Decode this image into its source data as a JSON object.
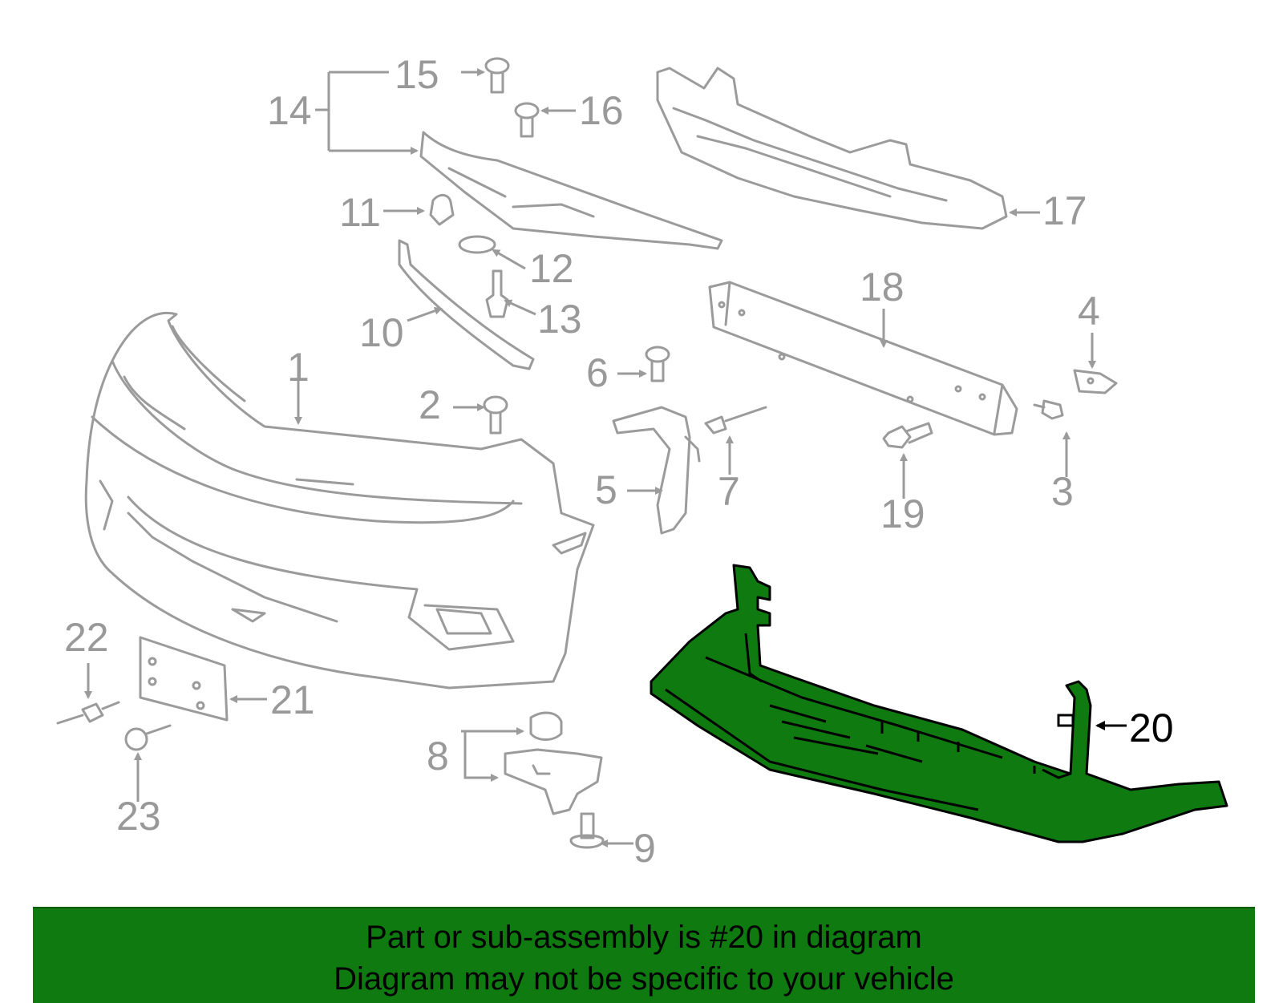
{
  "diagram": {
    "highlighted_part": "20",
    "colors": {
      "highlight": "#0f7a10",
      "parts": "#9b9b9b",
      "label_inactive": "#999999",
      "label_active": "#000000"
    },
    "labels": {
      "p1": "1",
      "p2": "2",
      "p3": "3",
      "p4": "4",
      "p5": "5",
      "p6": "6",
      "p7": "7",
      "p8": "8",
      "p9": "9",
      "p10": "10",
      "p11": "11",
      "p12": "12",
      "p13": "13",
      "p14": "14",
      "p15": "15",
      "p16": "16",
      "p17": "17",
      "p18": "18",
      "p19": "19",
      "p20": "20",
      "p21": "21",
      "p22": "22",
      "p23": "23"
    }
  },
  "banner": {
    "line1": "Part or sub-assembly is #20 in diagram",
    "line2": "Diagram may not be specific to your vehicle"
  }
}
